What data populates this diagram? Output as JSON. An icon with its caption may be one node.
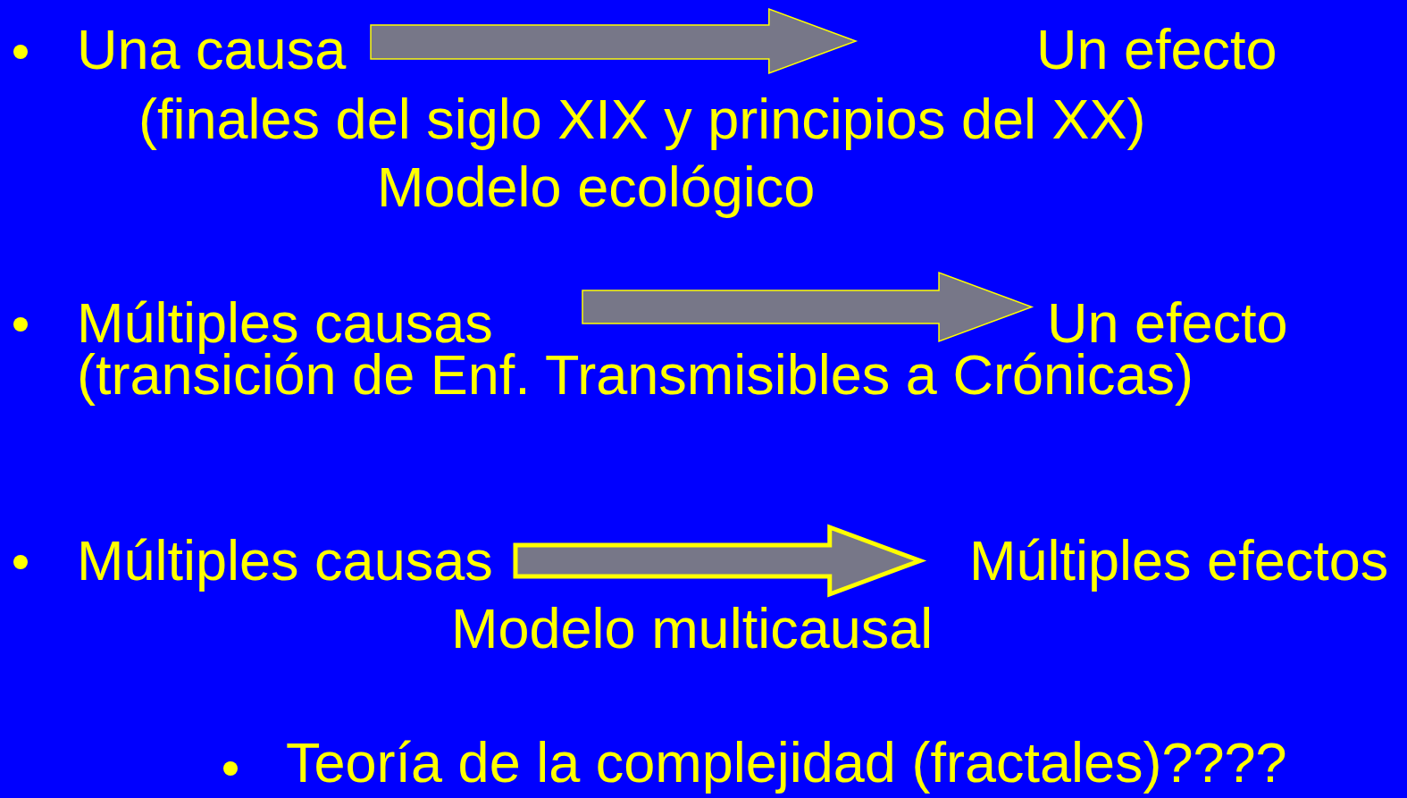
{
  "diagram": {
    "nodes": [
      {
        "text": [
          "Una causa"
        ]
      },
      {
        "text": [
          "Un efecto"
        ]
      },
      {
        "text": [
          "Múltiples causas"
        ]
      },
      {
        "text": [
          "Un efecto"
        ]
      },
      {
        "text": [
          "Múltiples causas"
        ]
      },
      {
        "text": [
          "Múltiples efectos"
        ]
      }
    ],
    "edges": [
      {
        "from": 0,
        "to": 1,
        "arrow": "to"
      },
      {
        "from": 2,
        "to": 3,
        "arrow": "to"
      },
      {
        "from": 4,
        "to": 5,
        "arrow": "to",
        "style": "thick"
      }
    ],
    "labels": [
      "(finales del siglo XIX y principios del XX)",
      "Modelo ecológico",
      "(transición de Enf. Transmisibles a Crónicas)",
      "Modelo multicausal",
      "Teoría de la complejidad (fractales)????"
    ]
  }
}
